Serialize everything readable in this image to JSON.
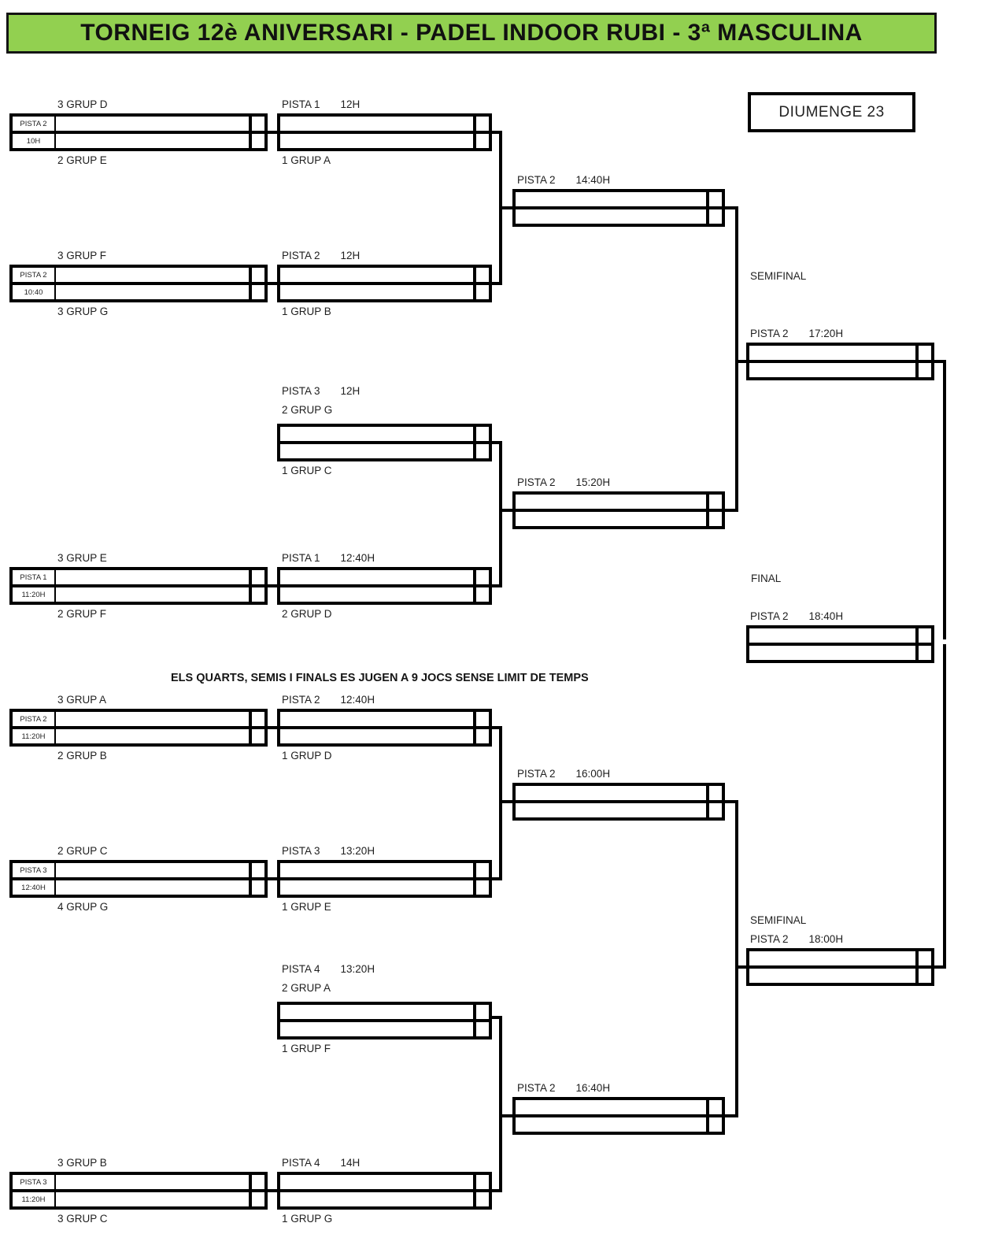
{
  "title": "TORNEIG 12è ANIVERSARI - PADEL INDOOR RUBI - 3ª MASCULINA",
  "date_box": "DIUMENGE 23",
  "note": "ELS QUARTS, SEMIS I FINALS ES JUGEN A 9 JOCS SENSE LIMIT DE TEMPS",
  "round_labels": {
    "semifinal_top": "SEMIFINAL",
    "final": "FINAL",
    "semifinal_bottom": "SEMIFINAL"
  },
  "r1": [
    {
      "pista": "PISTA 2",
      "time": "10H",
      "top": "3 GRUP D",
      "bottom": "2 GRUP E"
    },
    {
      "pista": "PISTA 2",
      "time": "10:40",
      "top": "3 GRUP F",
      "bottom": "3 GRUP G"
    },
    {
      "pista": "PISTA 1",
      "time": "11:20H",
      "top": "3 GRUP E",
      "bottom": "2 GRUP F"
    },
    {
      "pista": "PISTA 2",
      "time": "11:20H",
      "top": "3 GRUP A",
      "bottom": "2 GRUP B"
    },
    {
      "pista": "PISTA 3",
      "time": "12:40H",
      "top": "2 GRUP C",
      "bottom": "4 GRUP G"
    },
    {
      "pista": "PISTA 3",
      "time": "11:20H",
      "top": "3 GRUP B",
      "bottom": "3 GRUP C"
    }
  ],
  "r2": [
    {
      "pista": "PISTA 1",
      "time": "12H",
      "seed_bottom": "1 GRUP A"
    },
    {
      "pista": "PISTA 2",
      "time": "12H",
      "seed_bottom": "1 GRUP B"
    },
    {
      "pista": "PISTA 3",
      "time": "12H",
      "seed_top": "2 GRUP G",
      "seed_bottom": "1 GRUP C"
    },
    {
      "pista": "PISTA 1",
      "time": "12:40H",
      "seed_bottom": "2 GRUP D"
    },
    {
      "pista": "PISTA 2",
      "time": "12:40H",
      "seed_bottom": "1 GRUP D"
    },
    {
      "pista": "PISTA 3",
      "time": "13:20H",
      "seed_bottom": "1 GRUP E"
    },
    {
      "pista": "PISTA 4",
      "time": "13:20H",
      "seed_top": "2 GRUP A",
      "seed_bottom": "1 GRUP F"
    },
    {
      "pista": "PISTA 4",
      "time": "14H",
      "seed_bottom": "1 GRUP G"
    }
  ],
  "qf": [
    {
      "pista": "PISTA 2",
      "time": "14:40H"
    },
    {
      "pista": "PISTA 2",
      "time": "15:20H"
    },
    {
      "pista": "PISTA 2",
      "time": "16:00H"
    },
    {
      "pista": "PISTA 2",
      "time": "16:40H"
    }
  ],
  "sf": [
    {
      "pista": "PISTA 2",
      "time": "17:20H"
    },
    {
      "pista": "PISTA 2",
      "time": "18:00H"
    }
  ],
  "final": {
    "pista": "PISTA 2",
    "time": "18:40H"
  },
  "colors": {
    "banner_green": "#92D050",
    "line_black": "#000000"
  }
}
